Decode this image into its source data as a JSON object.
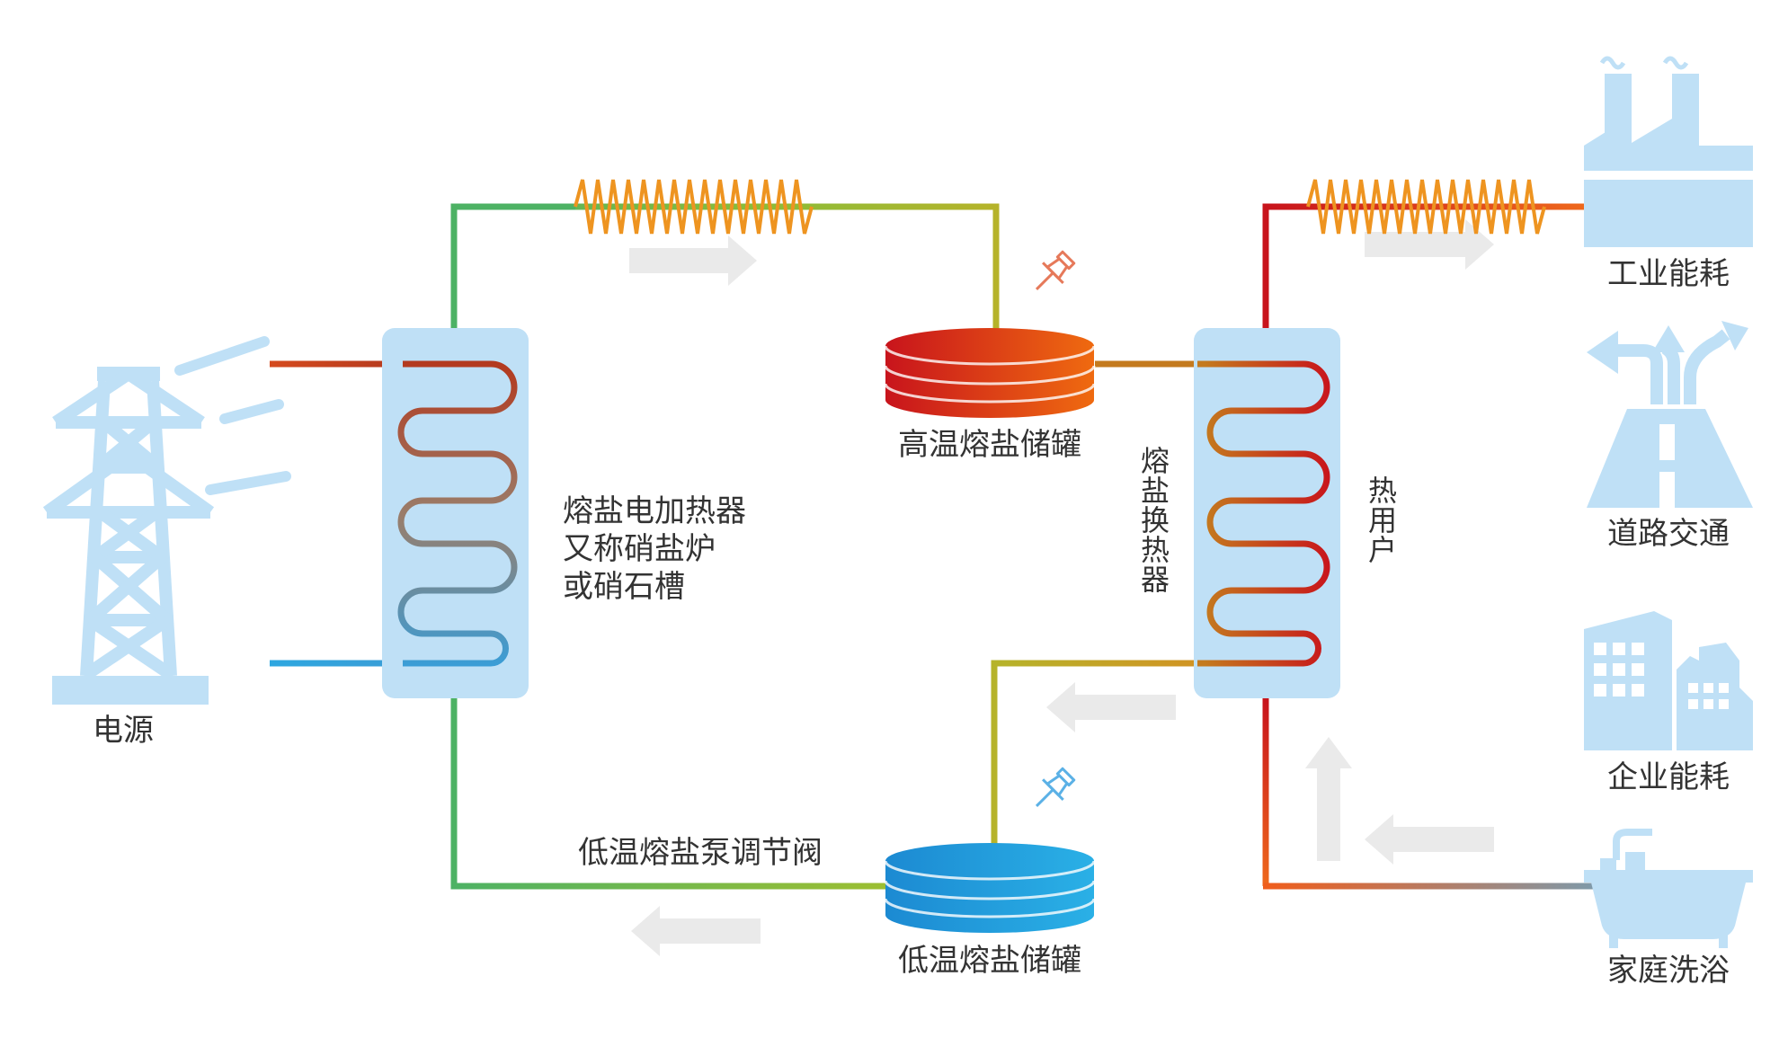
{
  "labels": {
    "power_source": "电源",
    "heater_lines": [
      "熔盐电加热器",
      "又称硝盐炉",
      "或硝石槽"
    ],
    "high_temp_tank": "高温熔盐储罐",
    "low_temp_tank": "低温熔盐储罐",
    "valve": "低温熔盐泵调节阀",
    "exchanger_vertical": "熔盐换热器",
    "heat_user_vertical": "热用户",
    "industry": "工业能耗",
    "traffic": "道路交通",
    "enterprise": "企业能耗",
    "household": "家庭洗浴"
  },
  "colors": {
    "light_blue": "#bfe0f6",
    "hot_red": "#c8141c",
    "hot_orange": "#ef6a1c",
    "coil_orange": "#ee9420",
    "pipe_green": "#4db264",
    "pipe_yellow": "#b6b32a",
    "cold_blue": "#2ea7e0",
    "arrow_gray": "#eaeaea",
    "pin_red": "#e6795a",
    "pin_blue": "#5bb1e6",
    "text": "#333333"
  },
  "icons": {
    "power": "power-tower-icon",
    "industry": "factory-icon",
    "traffic": "road-junction-icon",
    "enterprise": "buildings-icon",
    "household": "bathtub-icon",
    "pin_hot": "pushpin-icon",
    "pin_cold": "pushpin-icon"
  }
}
